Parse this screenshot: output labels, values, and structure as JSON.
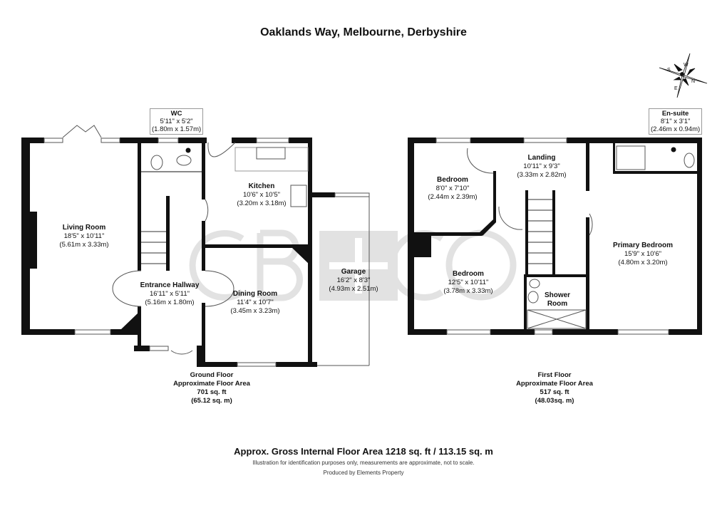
{
  "title": "Oaklands Way, Melbourne, Derbyshire",
  "watermark": {
    "left": "CB",
    "plus": "+",
    "right": "CO"
  },
  "compass": {
    "n": "N",
    "s": "S",
    "e": "E",
    "w": "W"
  },
  "ground_floor": {
    "rooms": [
      {
        "name": "Living Room",
        "imperial": "18'5\" x 10'11\"",
        "metric": "(5.61m x 3.33m)"
      },
      {
        "name": "WC",
        "imperial": "5'11\" x 5'2\"",
        "metric": "(1.80m x 1.57m)"
      },
      {
        "name": "Kitchen",
        "imperial": "10'6\" x 10'5\"",
        "metric": "(3.20m x 3.18m)"
      },
      {
        "name": "Entrance Hallway",
        "imperial": "16'11\" x 5'11\"",
        "metric": "(5.16m x 1.80m)"
      },
      {
        "name": "Dining Room",
        "imperial": "11'4\" x 10'7\"",
        "metric": "(3.45m x 3.23m)"
      },
      {
        "name": "Garage",
        "imperial": "16'2\" x 8'3\"",
        "metric": "(4.93m x 2.51m)"
      }
    ],
    "area": {
      "floor": "Ground  Floor",
      "label": "Approximate Floor Area",
      "sqft": "701 sq. ft",
      "sqm": "(65.12 sq. m)"
    }
  },
  "first_floor": {
    "rooms": [
      {
        "name": "Bedroom",
        "imperial": "8'0\" x 7'10\"",
        "metric": "(2.44m x 2.39m)"
      },
      {
        "name": "Landing",
        "imperial": "10'11\" x 9'3\"",
        "metric": "(3.33m x 2.82m)"
      },
      {
        "name": "En-suite",
        "imperial": "8'1\" x 3'1\"",
        "metric": "(2.46m x 0.94m)"
      },
      {
        "name": "Bedroom",
        "imperial": "12'5\" x 10'11\"",
        "metric": "(3.78m x 3.33m)"
      },
      {
        "name": "Shower",
        "name2": "Room"
      },
      {
        "name": "Primary Bedroom",
        "imperial": "15'9\" x 10'6\"",
        "metric": "(4.80m x 3.20m)"
      }
    ],
    "area": {
      "floor": "First Floor",
      "label": "Approximate Floor Area",
      "sqft": "517 sq. ft",
      "sqm": "(48.03sq. m)"
    }
  },
  "footer": {
    "gross_area": "Approx. Gross Internal Floor Area 1218 sq. ft / 113.15 sq. m",
    "disclaimer": "Illustration for identification purposes only, measurements are approximate, not to scale.",
    "producer": "Produced by Elements Property"
  }
}
